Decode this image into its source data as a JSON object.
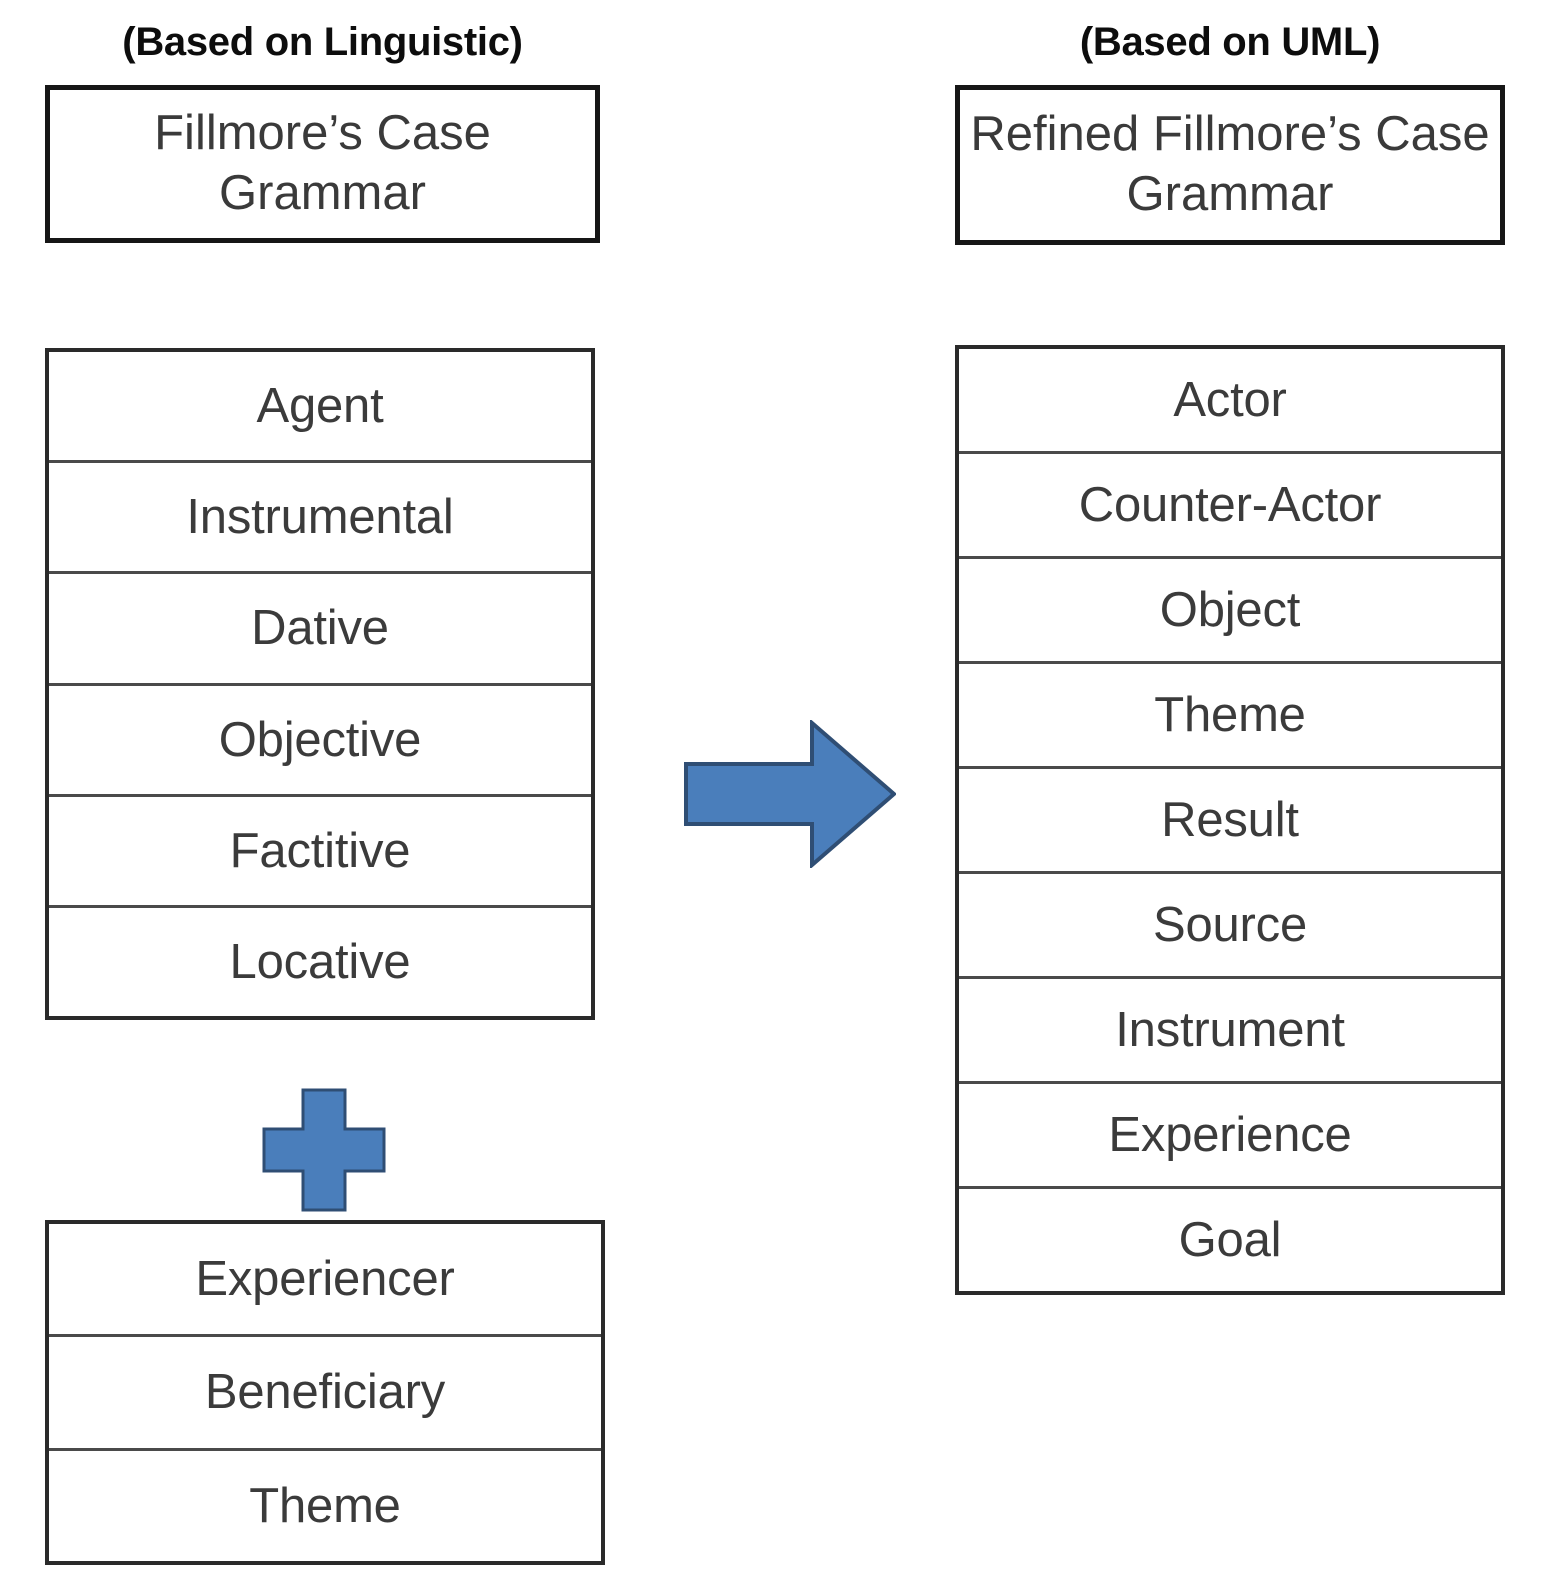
{
  "diagram": {
    "left_column": {
      "caption": "(Based on Linguistic)",
      "title": "Fillmore’s Case Grammar",
      "primary_list": [
        "Agent",
        "Instrumental",
        "Dative",
        "Objective",
        "Factitive",
        "Locative"
      ],
      "secondary_list": [
        "Experiencer",
        "Beneficiary",
        "Theme"
      ]
    },
    "right_column": {
      "caption": "(Based on UML)",
      "title": "Refined Fillmore’s Case Grammar",
      "primary_list": [
        "Actor",
        "Counter-Actor",
        "Object",
        "Theme",
        "Result",
        "Source",
        "Instrument",
        "Experience",
        "Goal"
      ]
    },
    "connectors": {
      "transform_arrow": "right-arrow-icon",
      "union_plus": "plus-icon"
    },
    "colors": {
      "accent_blue": "#4a7ebb",
      "accent_blue_outline": "#2f4e74",
      "box_border": "#161616",
      "row_border": "#4a4a4a",
      "text": "#3b3b3b",
      "background": "#ffffff"
    }
  }
}
